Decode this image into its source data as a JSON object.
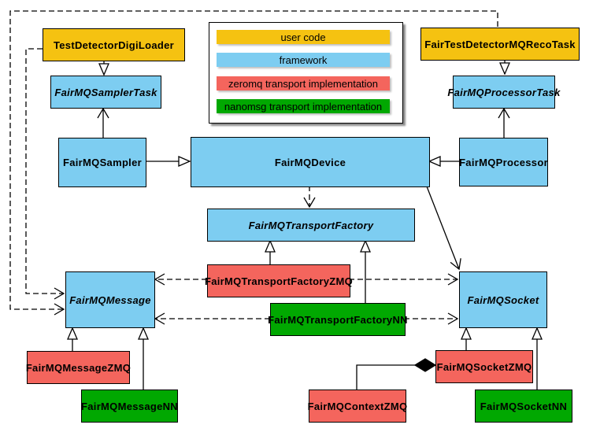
{
  "legend": {
    "items": [
      {
        "label": "user code",
        "color": "#f5c211",
        "category": "user"
      },
      {
        "label": "framework",
        "color": "#7dcdf1",
        "category": "framework"
      },
      {
        "label": "zeromq transport implementation",
        "color": "#f4655d",
        "category": "zmq"
      },
      {
        "label": "nanomsg transport implementation",
        "color": "#01a801",
        "category": "nn"
      }
    ]
  },
  "classes": {
    "testDetectorDigiLoader": {
      "label": "TestDetectorDigiLoader",
      "category": "user",
      "abstract": false
    },
    "fairTestDetectorMQRecoTask": {
      "label": "FairTestDetectorMQRecoTask",
      "category": "user",
      "abstract": false
    },
    "fairMQSamplerTask": {
      "label": "FairMQSamplerTask",
      "category": "framework",
      "abstract": true
    },
    "fairMQProcessorTask": {
      "label": "FairMQProcessorTask",
      "category": "framework",
      "abstract": true
    },
    "fairMQSampler": {
      "label": "FairMQSampler",
      "category": "framework",
      "abstract": false
    },
    "fairMQDevice": {
      "label": "FairMQDevice",
      "category": "framework",
      "abstract": false
    },
    "fairMQProcessor": {
      "label": "FairMQProcessor",
      "category": "framework",
      "abstract": false
    },
    "fairMQTransportFactory": {
      "label": "FairMQTransportFactory",
      "category": "framework",
      "abstract": true
    },
    "fairMQTransportFactoryZMQ": {
      "label": "FairMQTransportFactoryZMQ",
      "category": "zmq",
      "abstract": false
    },
    "fairMQTransportFactoryNN": {
      "label": "FairMQTransportFactoryNN",
      "category": "nn",
      "abstract": false
    },
    "fairMQMessage": {
      "label": "FairMQMessage",
      "category": "framework",
      "abstract": true
    },
    "fairMQSocket": {
      "label": "FairMQSocket",
      "category": "framework",
      "abstract": true
    },
    "fairMQMessageZMQ": {
      "label": "FairMQMessageZMQ",
      "category": "zmq",
      "abstract": false
    },
    "fairMQMessageNN": {
      "label": "FairMQMessageNN",
      "category": "nn",
      "abstract": false
    },
    "fairMQSocketZMQ": {
      "label": "FairMQSocketZMQ",
      "category": "zmq",
      "abstract": false
    },
    "fairMQSocketNN": {
      "label": "FairMQSocketNN",
      "category": "nn",
      "abstract": false
    },
    "fairMQContextZMQ": {
      "label": "FairMQContextZMQ",
      "category": "zmq",
      "abstract": false
    }
  },
  "relationships": [
    {
      "from": "TestDetectorDigiLoader",
      "to": "FairMQSamplerTask",
      "type": "inheritance"
    },
    {
      "from": "FairTestDetectorMQRecoTask",
      "to": "FairMQProcessorTask",
      "type": "inheritance"
    },
    {
      "from": "FairMQSampler",
      "to": "FairMQSamplerTask",
      "type": "association-arrow"
    },
    {
      "from": "FairMQProcessor",
      "to": "FairMQProcessorTask",
      "type": "association-arrow"
    },
    {
      "from": "FairMQSampler",
      "to": "FairMQDevice",
      "type": "inheritance"
    },
    {
      "from": "FairMQProcessor",
      "to": "FairMQDevice",
      "type": "inheritance"
    },
    {
      "from": "FairMQDevice",
      "to": "FairMQTransportFactory",
      "type": "dashed-dependency"
    },
    {
      "from": "FairMQDevice",
      "to": "FairMQSocket",
      "type": "association-arrow"
    },
    {
      "from": "TestDetectorDigiLoader",
      "to": "FairMQMessage",
      "type": "dashed-dependency"
    },
    {
      "from": "FairTestDetectorMQRecoTask",
      "to": "FairMQMessage",
      "type": "dashed-dependency"
    },
    {
      "from": "FairMQTransportFactoryZMQ",
      "to": "FairMQTransportFactory",
      "type": "inheritance"
    },
    {
      "from": "FairMQTransportFactoryNN",
      "to": "FairMQTransportFactory",
      "type": "inheritance"
    },
    {
      "from": "FairMQTransportFactoryZMQ",
      "to": "FairMQMessage",
      "type": "dashed-dependency"
    },
    {
      "from": "FairMQTransportFactoryZMQ",
      "to": "FairMQSocket",
      "type": "dashed-dependency"
    },
    {
      "from": "FairMQTransportFactoryNN",
      "to": "FairMQMessage",
      "type": "dashed-dependency"
    },
    {
      "from": "FairMQTransportFactoryNN",
      "to": "FairMQSocket",
      "type": "dashed-dependency"
    },
    {
      "from": "FairMQMessageZMQ",
      "to": "FairMQMessage",
      "type": "inheritance"
    },
    {
      "from": "FairMQMessageNN",
      "to": "FairMQMessage",
      "type": "inheritance"
    },
    {
      "from": "FairMQSocketZMQ",
      "to": "FairMQSocket",
      "type": "inheritance"
    },
    {
      "from": "FairMQSocketNN",
      "to": "FairMQSocket",
      "type": "inheritance"
    },
    {
      "from": "FairMQSocketZMQ",
      "to": "FairMQContextZMQ",
      "type": "composition"
    }
  ]
}
